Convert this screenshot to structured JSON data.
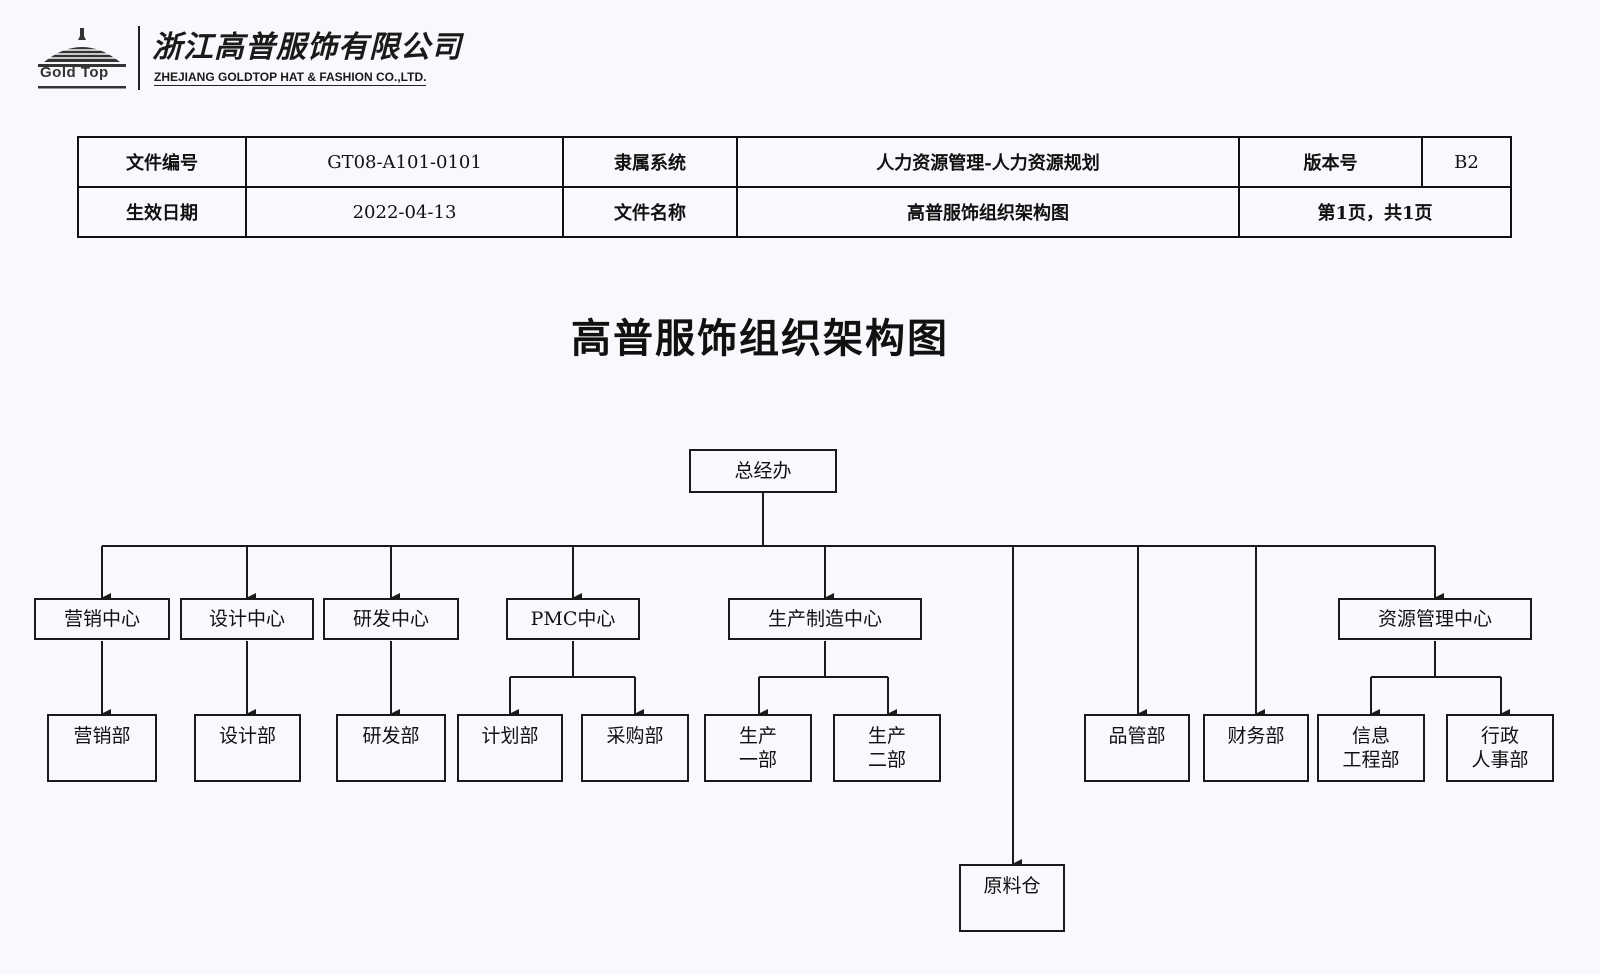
{
  "header": {
    "logo_text": "Gold Top",
    "company_cn": "浙江高普服饰有限公司",
    "company_en": "ZHEJIANG GOLDTOP HAT & FASHION CO.,LTD."
  },
  "doc_info": {
    "row1": {
      "file_no_label": "文件编号",
      "file_no_value": "GT08-A101-0101",
      "system_label": "隶属系统",
      "system_value": "人力资源管理-人力资源规划",
      "version_label": "版本号",
      "version_value": "B2"
    },
    "row2": {
      "date_label": "生效日期",
      "date_value": "2022-04-13",
      "name_label": "文件名称",
      "name_value": "高普服饰组织架构图",
      "page_value": "第1页，共1页"
    }
  },
  "title": "高普服饰组织架构图",
  "org": {
    "root": "总经办",
    "marketing_center": "营销中心",
    "marketing_dept": "营销部",
    "design_center": "设计中心",
    "design_dept": "设计部",
    "rd_center": "研发中心",
    "rd_dept": "研发部",
    "pmc_center": "PMC中心",
    "planning_dept": "计划部",
    "purchasing_dept": "采购部",
    "production_center": "生产制造中心",
    "production_1_line1": "生产",
    "production_1_line2": "一部",
    "production_2_line1": "生产",
    "production_2_line2": "二部",
    "raw_material": "原料仓",
    "quality_dept": "品管部",
    "finance_dept": "财务部",
    "resource_center": "资源管理中心",
    "it_line1": "信息",
    "it_line2": "工程部",
    "hr_line1": "行政",
    "hr_line2": "人事部"
  }
}
